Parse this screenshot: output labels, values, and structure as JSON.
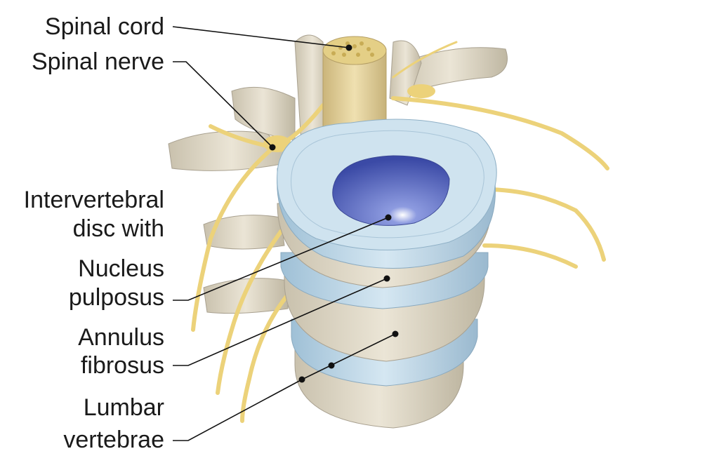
{
  "labels": {
    "spinal_cord": "Spinal cord",
    "spinal_nerve": "Spinal nerve",
    "disc_line1": "Intervertebral",
    "disc_line2": "disc with",
    "nucleus_line1": "Nucleus",
    "nucleus_line2": "pulposus",
    "annulus_line1": "Annulus",
    "annulus_line2": "fibrosus",
    "lumbar_line1": "Lumbar",
    "lumbar_line2": "vertebrae"
  },
  "colors": {
    "bone": "#ddd6c4",
    "disc": "#bcd6e6",
    "nucleus": "#5c6fc4",
    "nerve": "#ecd27a",
    "cord": "#e6d29a",
    "leader": "#111111"
  }
}
